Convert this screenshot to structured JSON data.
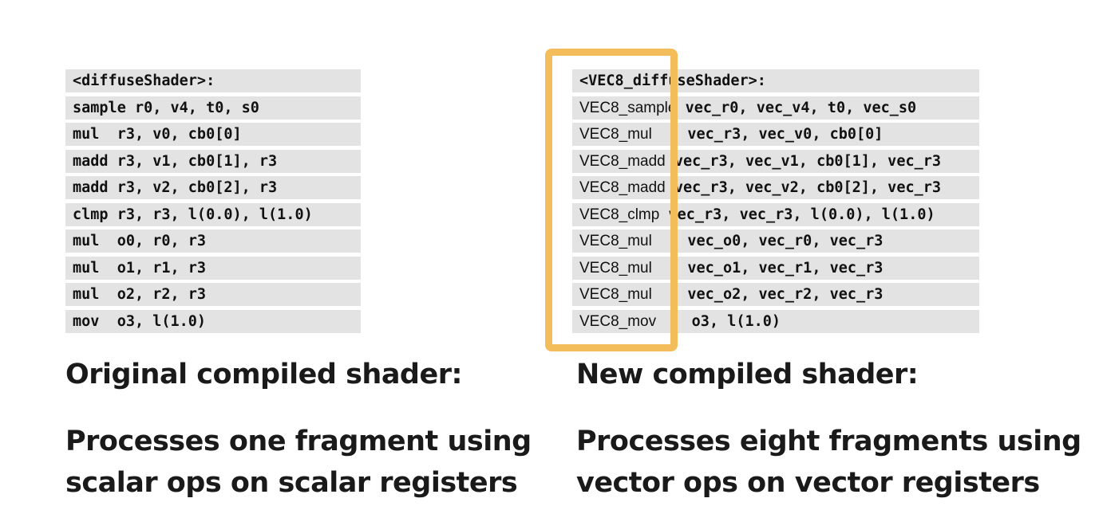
{
  "original": {
    "code_lines": [
      "<diffuseShader>:",
      "sample r0, v4, t0, s0",
      "mul  r3, v0, cb0[0]",
      "madd r3, v1, cb0[1], r3",
      "madd r3, v2, cb0[2], r3",
      "clmp r3, r3, l(0.0), l(1.0)",
      "mul  o0, r0, r3",
      "mul  o1, r1, r3",
      "mul  o2, r2, r3",
      "mov  o3, l(1.0)"
    ],
    "title": "Original compiled shader:",
    "description_line1": "Processes one fragment using",
    "description_line2": "scalar ops on scalar registers"
  },
  "vectorized": {
    "code_header": "<VEC8_diffuseShader>:",
    "code_lines": [
      {
        "op": "VEC8_sample",
        "args": "vec_r0, vec_v4, t0, vec_s0"
      },
      {
        "op": "VEC8_mul",
        "args": "vec_r3, vec_v0, cb0[0]"
      },
      {
        "op": "VEC8_madd",
        "args": "vec_r3, vec_v1, cb0[1], vec_r3"
      },
      {
        "op": "VEC8_madd",
        "args": "vec_r3, vec_v2, cb0[2], vec_r3"
      },
      {
        "op": "VEC8_clmp",
        "args": "vec_r3, vec_r3, l(0.0), l(1.0)"
      },
      {
        "op": "VEC8_mul",
        "args": "vec_o0, vec_r0, vec_r3"
      },
      {
        "op": "VEC8_mul",
        "args": "vec_o1, vec_r1, vec_r3"
      },
      {
        "op": "VEC8_mul",
        "args": "vec_o2, vec_r2, vec_r3"
      },
      {
        "op": "VEC8_mov",
        "args": "o3, l(1.0)"
      }
    ],
    "title": "New compiled shader:",
    "description_line1": "Processes eight fragments using",
    "description_line2": "vector ops on vector registers"
  },
  "colors": {
    "highlight": "#f4bd5c",
    "row_background": "#e3e3e3"
  }
}
